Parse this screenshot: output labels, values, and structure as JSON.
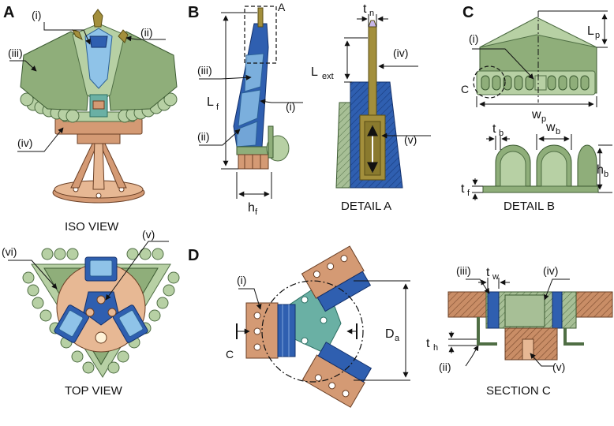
{
  "panels": {
    "a": {
      "letter": "A",
      "iso_caption": "ISO VIEW",
      "top_caption": "TOP VIEW",
      "labels": {
        "i": "(i)",
        "ii": "(ii)",
        "iii": "(iii)",
        "iv": "(iv)",
        "v": "(v)",
        "vi": "(vi)"
      }
    },
    "b": {
      "letter": "B",
      "detail_box_label": "A",
      "detail_caption": "DETAIL A",
      "labels": {
        "i": "(i)",
        "ii": "(ii)",
        "iii": "(iii)",
        "iv": "(iv)",
        "v": "(v)"
      },
      "dims": {
        "lf": "L",
        "lf_sub": "f",
        "hf": "h",
        "hf_sub": "f",
        "tn": "t",
        "tn_sub": "n",
        "lext": "L",
        "lext_sub": "ext"
      }
    },
    "c": {
      "letter": "C",
      "callout_label": "C",
      "detail_caption": "DETAIL B",
      "labels": {
        "i": "(i)"
      },
      "dims": {
        "lp": "L",
        "lp_sub": "p",
        "wp": "w",
        "wp_sub": "p",
        "tb": "t",
        "tb_sub": "b",
        "wb": "w",
        "wb_sub": "b",
        "hb": "h",
        "hb_sub": "b",
        "tf": "t",
        "tf_sub": "f"
      }
    },
    "d": {
      "letter": "D",
      "section_mark": "C",
      "section_caption": "SECTION C",
      "labels": {
        "i": "(i)",
        "ii": "(ii)",
        "iii": "(iii)",
        "iv": "(iv)",
        "v": "(v)"
      },
      "dims": {
        "da": "D",
        "da_sub": "a",
        "tw": "t",
        "tw_sub": "w",
        "th": "t",
        "th_sub": "h"
      }
    }
  }
}
